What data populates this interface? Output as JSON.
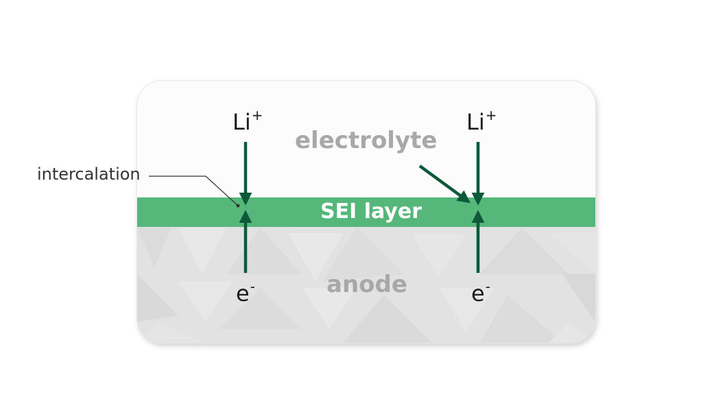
{
  "labels": {
    "electrolyte": "electrolyte",
    "anode": "anode",
    "sei_layer": "SEI layer",
    "intercalation": "intercalation",
    "lithium_ion": {
      "symbol": "Li",
      "charge": "+"
    },
    "electron": {
      "symbol": "e",
      "charge": "-"
    }
  },
  "colors": {
    "sei_layer": "#56b77a",
    "arrow": "#0d5a3a",
    "electrolyte_bg": "#fcfcfc",
    "anode_bg": "#e2e2e2",
    "region_text": "#a8a8a8",
    "ion_text": "#1c1c1c"
  }
}
